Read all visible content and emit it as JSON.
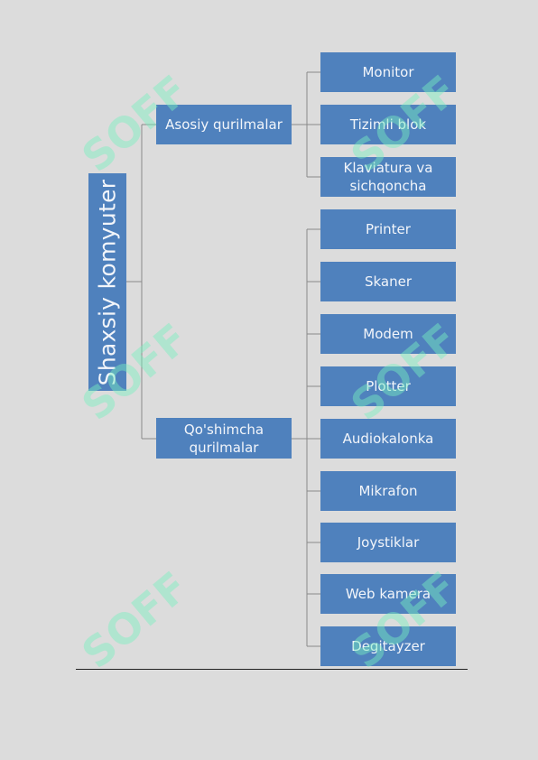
{
  "diagram": {
    "root": "Shaxsiy komyuter",
    "groups": [
      {
        "label": "Asosiy qurilmalar",
        "items": [
          "Monitor",
          "Tizimli blok",
          "Klaviatura va sichqoncha"
        ]
      },
      {
        "label": "Qo'shimcha qurilmalar",
        "items": [
          "Printer",
          "Skaner",
          "Modem",
          "Plotter",
          "Audiokalonka",
          "Mikrafon",
          "Joystiklar",
          "Web kamera",
          "Degitayzer"
        ]
      }
    ]
  },
  "watermark": {
    "text": "SOFF"
  },
  "colors": {
    "box": "#4f81bd",
    "connector": "#8a8a8a",
    "background": "#dcdcdc"
  }
}
